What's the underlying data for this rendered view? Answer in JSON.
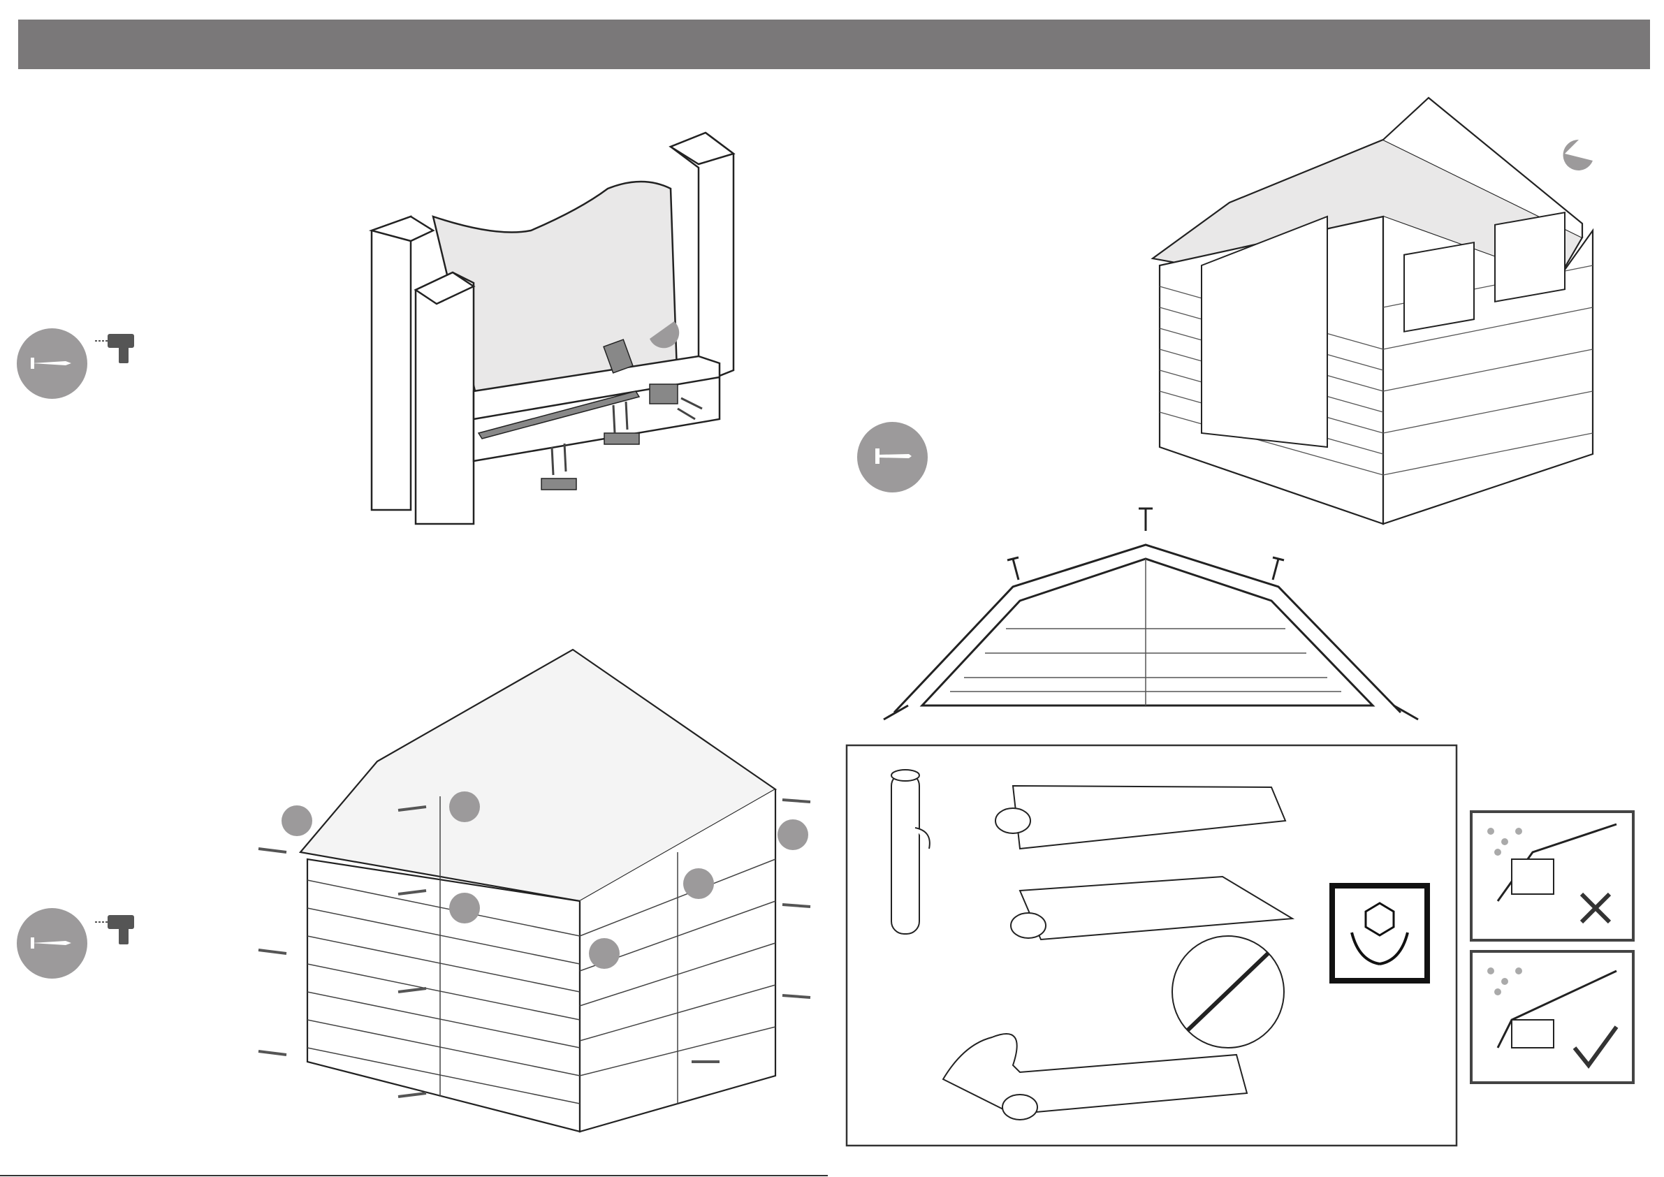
{
  "header": {
    "title": ""
  },
  "steps": [
    {
      "id": "bracket-fixing",
      "tools": [
        "screw-icon",
        "drill-icon"
      ]
    },
    {
      "id": "roof-felting",
      "tools": [
        "nail-icon"
      ]
    },
    {
      "id": "panel-screwing",
      "tools": [
        "screw-icon",
        "drill-icon"
      ]
    }
  ],
  "felt_panel": {
    "icons": [
      "felt-roll-icon",
      "handle-with-care-icon",
      "no-cutting-icon",
      "wrong-overhang-icon",
      "correct-overhang-icon"
    ]
  },
  "colors": {
    "header": "#7a7879",
    "callout": "#9c9a9b",
    "line": "#222222",
    "tool": "#555555"
  },
  "footer": {
    "text": ""
  }
}
